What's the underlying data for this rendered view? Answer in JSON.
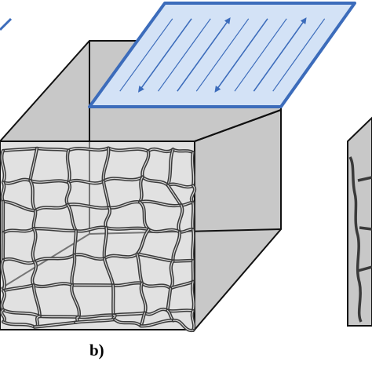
{
  "figure": {
    "panel_label": "b)",
    "colors": {
      "cube_face": "#c8c8c8",
      "cube_edge": "#111111",
      "network_strand": "#3a3a3a",
      "plate_fill": "#d3e2f6",
      "plate_edge": "#3c6cbb",
      "flow_arrow": "#3c6cbb"
    },
    "plate_flow_arrow_count": 4,
    "adjacent_panels": [
      "left-panel-partial",
      "right-panel-partial"
    ]
  }
}
